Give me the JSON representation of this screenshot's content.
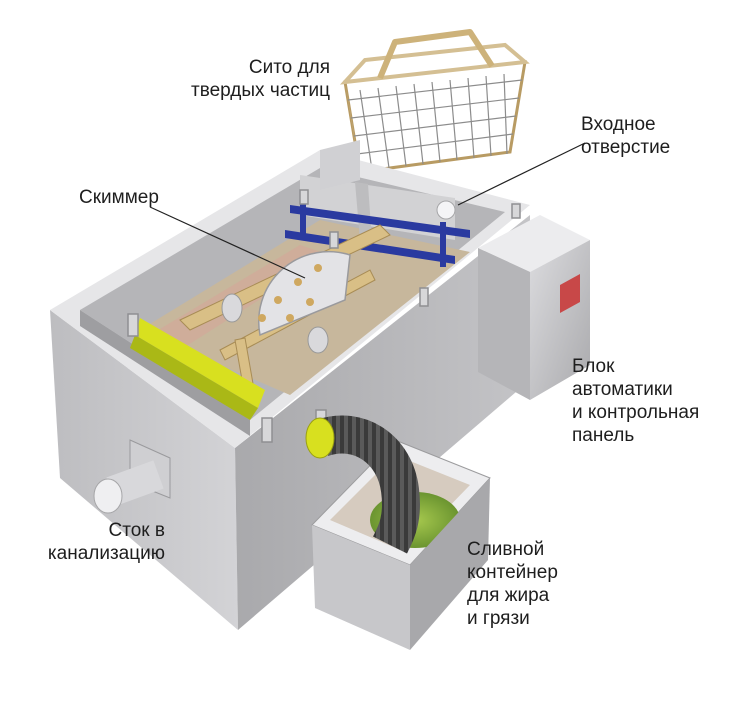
{
  "labels": {
    "sieve": [
      "Сито для",
      "твердых частиц"
    ],
    "skimmer": [
      "Скиммер"
    ],
    "inlet": [
      "Входное",
      "отверстие"
    ],
    "control": [
      "Блок",
      "автоматики",
      "и контрольная",
      "панель"
    ],
    "drain": [
      "Сток в",
      "канализацию"
    ],
    "container": [
      "Сливной",
      "контейнер",
      "для жира",
      "и грязи"
    ]
  },
  "colors": {
    "tank": "#c9c9cb",
    "tank_dark": "#9d9d9f",
    "tank_light": "#e2e2e4",
    "beam_blue": "#2a3aa0",
    "wood": "#d9bf86",
    "yellow": "#d8e01f",
    "grease": "#8bb43a"
  }
}
